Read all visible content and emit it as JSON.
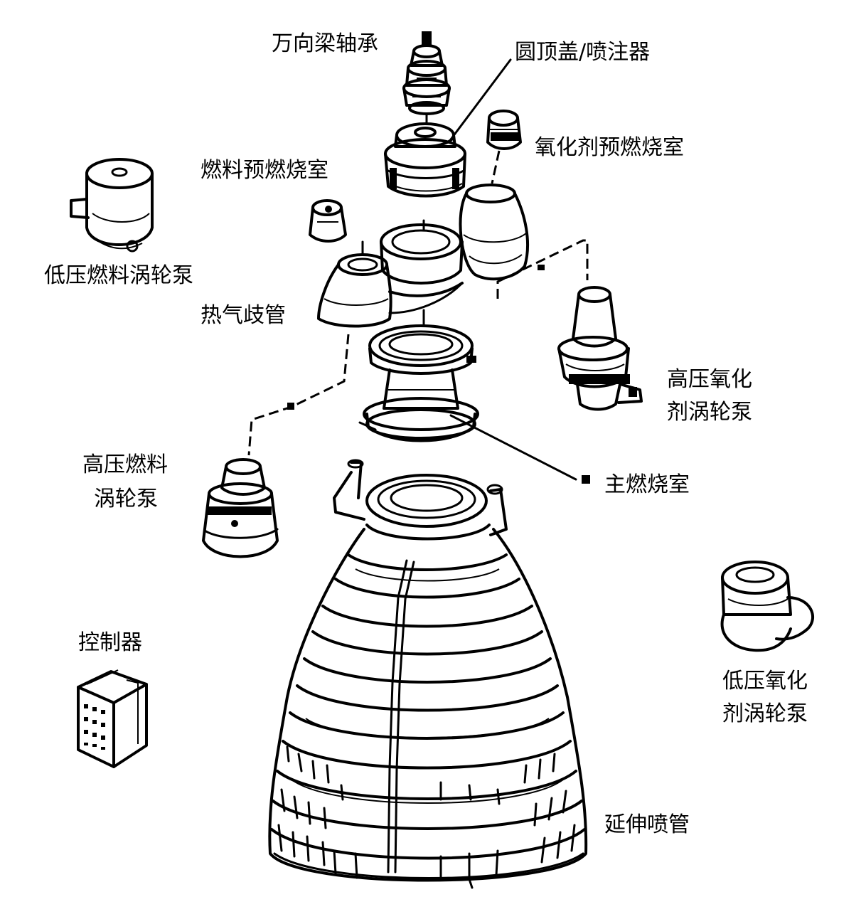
{
  "labels": {
    "gimbal_bearing": "万向梁轴承",
    "dome_injector": "圆顶盖/喷注器",
    "oxidizer_preburner": "氧化剂预燃烧室",
    "fuel_preburner": "燃料预燃烧室",
    "lp_fuel_turbopump": "低压燃料涡轮泵",
    "hot_gas_manifold": "热气歧管",
    "hp_oxidizer_turbopump_line1": "高压氧化",
    "hp_oxidizer_turbopump_line2": "剂涡轮泵",
    "hp_fuel_turbopump_line1": "高压燃料",
    "hp_fuel_turbopump_line2": "涡轮泵",
    "main_combustion_chamber": "主燃烧室",
    "controller": "控制器",
    "lp_oxidizer_turbopump_line1": "低压氧化",
    "lp_oxidizer_turbopump_line2": "剂涡轮泵",
    "nozzle_extension": "延伸喷管"
  },
  "colors": {
    "ink": "#000000",
    "background": "#ffffff"
  }
}
